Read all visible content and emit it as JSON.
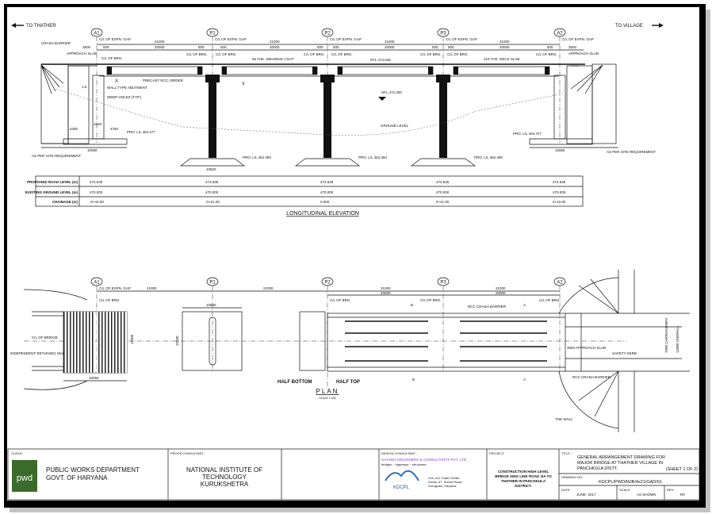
{
  "directions": {
    "left": "TO THATHER",
    "right": "TO VILLAGE"
  },
  "supports": [
    "A1",
    "P1",
    "P2",
    "P3",
    "A2"
  ],
  "elevation": {
    "span_total": "21000",
    "span_clear": "20000",
    "bearing_offset": "500",
    "approach_dim": "3500",
    "exp_gap_label": "C/L OF EXPN. GAP",
    "brg_label": "C/L OF BRG.",
    "crash_barrier": "CRASH BARRIER",
    "approach_slab": "APPROACH SLAB",
    "wearing_coat": "65 THK. WEARING COAT",
    "deck_slab": "210 THK. DECK SLAB",
    "precast_girder": "PRECAST RCC GIRDER",
    "wall_type": "WALL TYPE ABUTMENT",
    "weep_holes": "WEEP HOLES (TYP.)",
    "detail_x": "X",
    "detail_y": "Y",
    "rtl": "RTL 474.535",
    "hfl": "HFL 471.000",
    "ground_level": "GROUND LEVEL",
    "abut_fdn": "PRO. L/L 464.477",
    "pier_fdn": "PRO. L/L 462.393",
    "abut_footing_width": "10050",
    "pier_footing_width": "10500",
    "abut_dims": [
      "4300",
      "1000",
      "4750"
    ],
    "site_req": "AS PER SITE REQUIREMENT",
    "slope": "1:5",
    "title": "LONGITUDINAL ELEVATION"
  },
  "table": {
    "rows": [
      {
        "label": "PROPOSED ROAD LEVEL (m)",
        "values": [
          "474.535",
          "474.535",
          "474.535",
          "474.535",
          "474.535"
        ]
      },
      {
        "label": "EXISTING GROUND LEVEL (m)",
        "values": [
          "470.000",
          "470.000",
          "470.000",
          "470.000",
          "470.000"
        ]
      },
      {
        "label": "CHAINAGE (m)",
        "values": [
          "-0+42.00",
          "-0+21.00",
          "0.000",
          "0+21.00",
          "0+42.00"
        ]
      }
    ]
  },
  "plan": {
    "cl_bridge": "C/L OF BRIDGE",
    "return_wall": "INDEPENDENT RETAINING WALL",
    "abut_width": "10050",
    "abut_len": "11500",
    "pier_width": "10500",
    "pier_len": "10500",
    "rcc_barrier": "RCC CRASH BARRIER",
    "safety_kerb": "SAFETY KERB",
    "approach": "3500 APPROACH SLAB",
    "toe_wall": "TOE WALL",
    "carriageway": "7500 CARRIAGEWAY",
    "overall": "12000 OVERALL",
    "half_bottom": "HALF BOTTOM",
    "half_top": "HALF TOP",
    "title": "PLAN",
    "scale": "SCALE 1:200",
    "section_a": "A",
    "section_b": "B"
  },
  "title_block": {
    "client_label": "CLIENT:",
    "client_line1": "PUBLIC WORKS DEPARTMENT",
    "client_line2": "GOVT. OF HARYANA",
    "client_logo": "pwd",
    "proof_label": "PROOF CONSULTANT :",
    "proof_line1": "NATIONAL INSTITUTE OF",
    "proof_line2": "TECHNOLOGY",
    "proof_line3": "KURUKSHETRA",
    "design_label": "DESIGN CONSULTANT :",
    "design_name": "KHANNA DESIGNERS & CONSULTANTS PVT. LTD.",
    "design_tag": "bridges ~ highways ~ structures",
    "design_logo": "KDCPL",
    "design_addr1": "416, ILD Trade Center,",
    "design_addr2": "Sector-47, Sohna Road,",
    "design_addr3": "Gurugram, Haryana",
    "project_label": "PROJECT:",
    "project_line1": "CONSTRUCTION HIGH LEVEL",
    "project_line2": "BRIDGE XING LINK ROAD JIA TO",
    "project_line3": "THATHER IN PANCHKULA",
    "project_line4": "DISTRICT.",
    "title_label": "TITLE :",
    "title_line1": "GENERAL ARRANGEMENT DRAWING FOR",
    "title_line2": "MAJOR BRIDGE AT THATHER VILLAGE IN",
    "title_line3": "PANCHKULA DISTT.",
    "sheet": "(SHEET 1 OF 2)",
    "drawing_no_label": "DRAWING NO:",
    "drawing_no": "KDCPL/PWD/MJB/4x21/GAD/01",
    "date_label": "DATE:",
    "date": "JUNE- 2017",
    "scale_label": "SCALE:",
    "scale": "AS SHOWN",
    "rev_label": "REV:",
    "rev": "R0"
  },
  "colors": {
    "frame": "#000000",
    "design_consultant": "#8a3fc0"
  }
}
